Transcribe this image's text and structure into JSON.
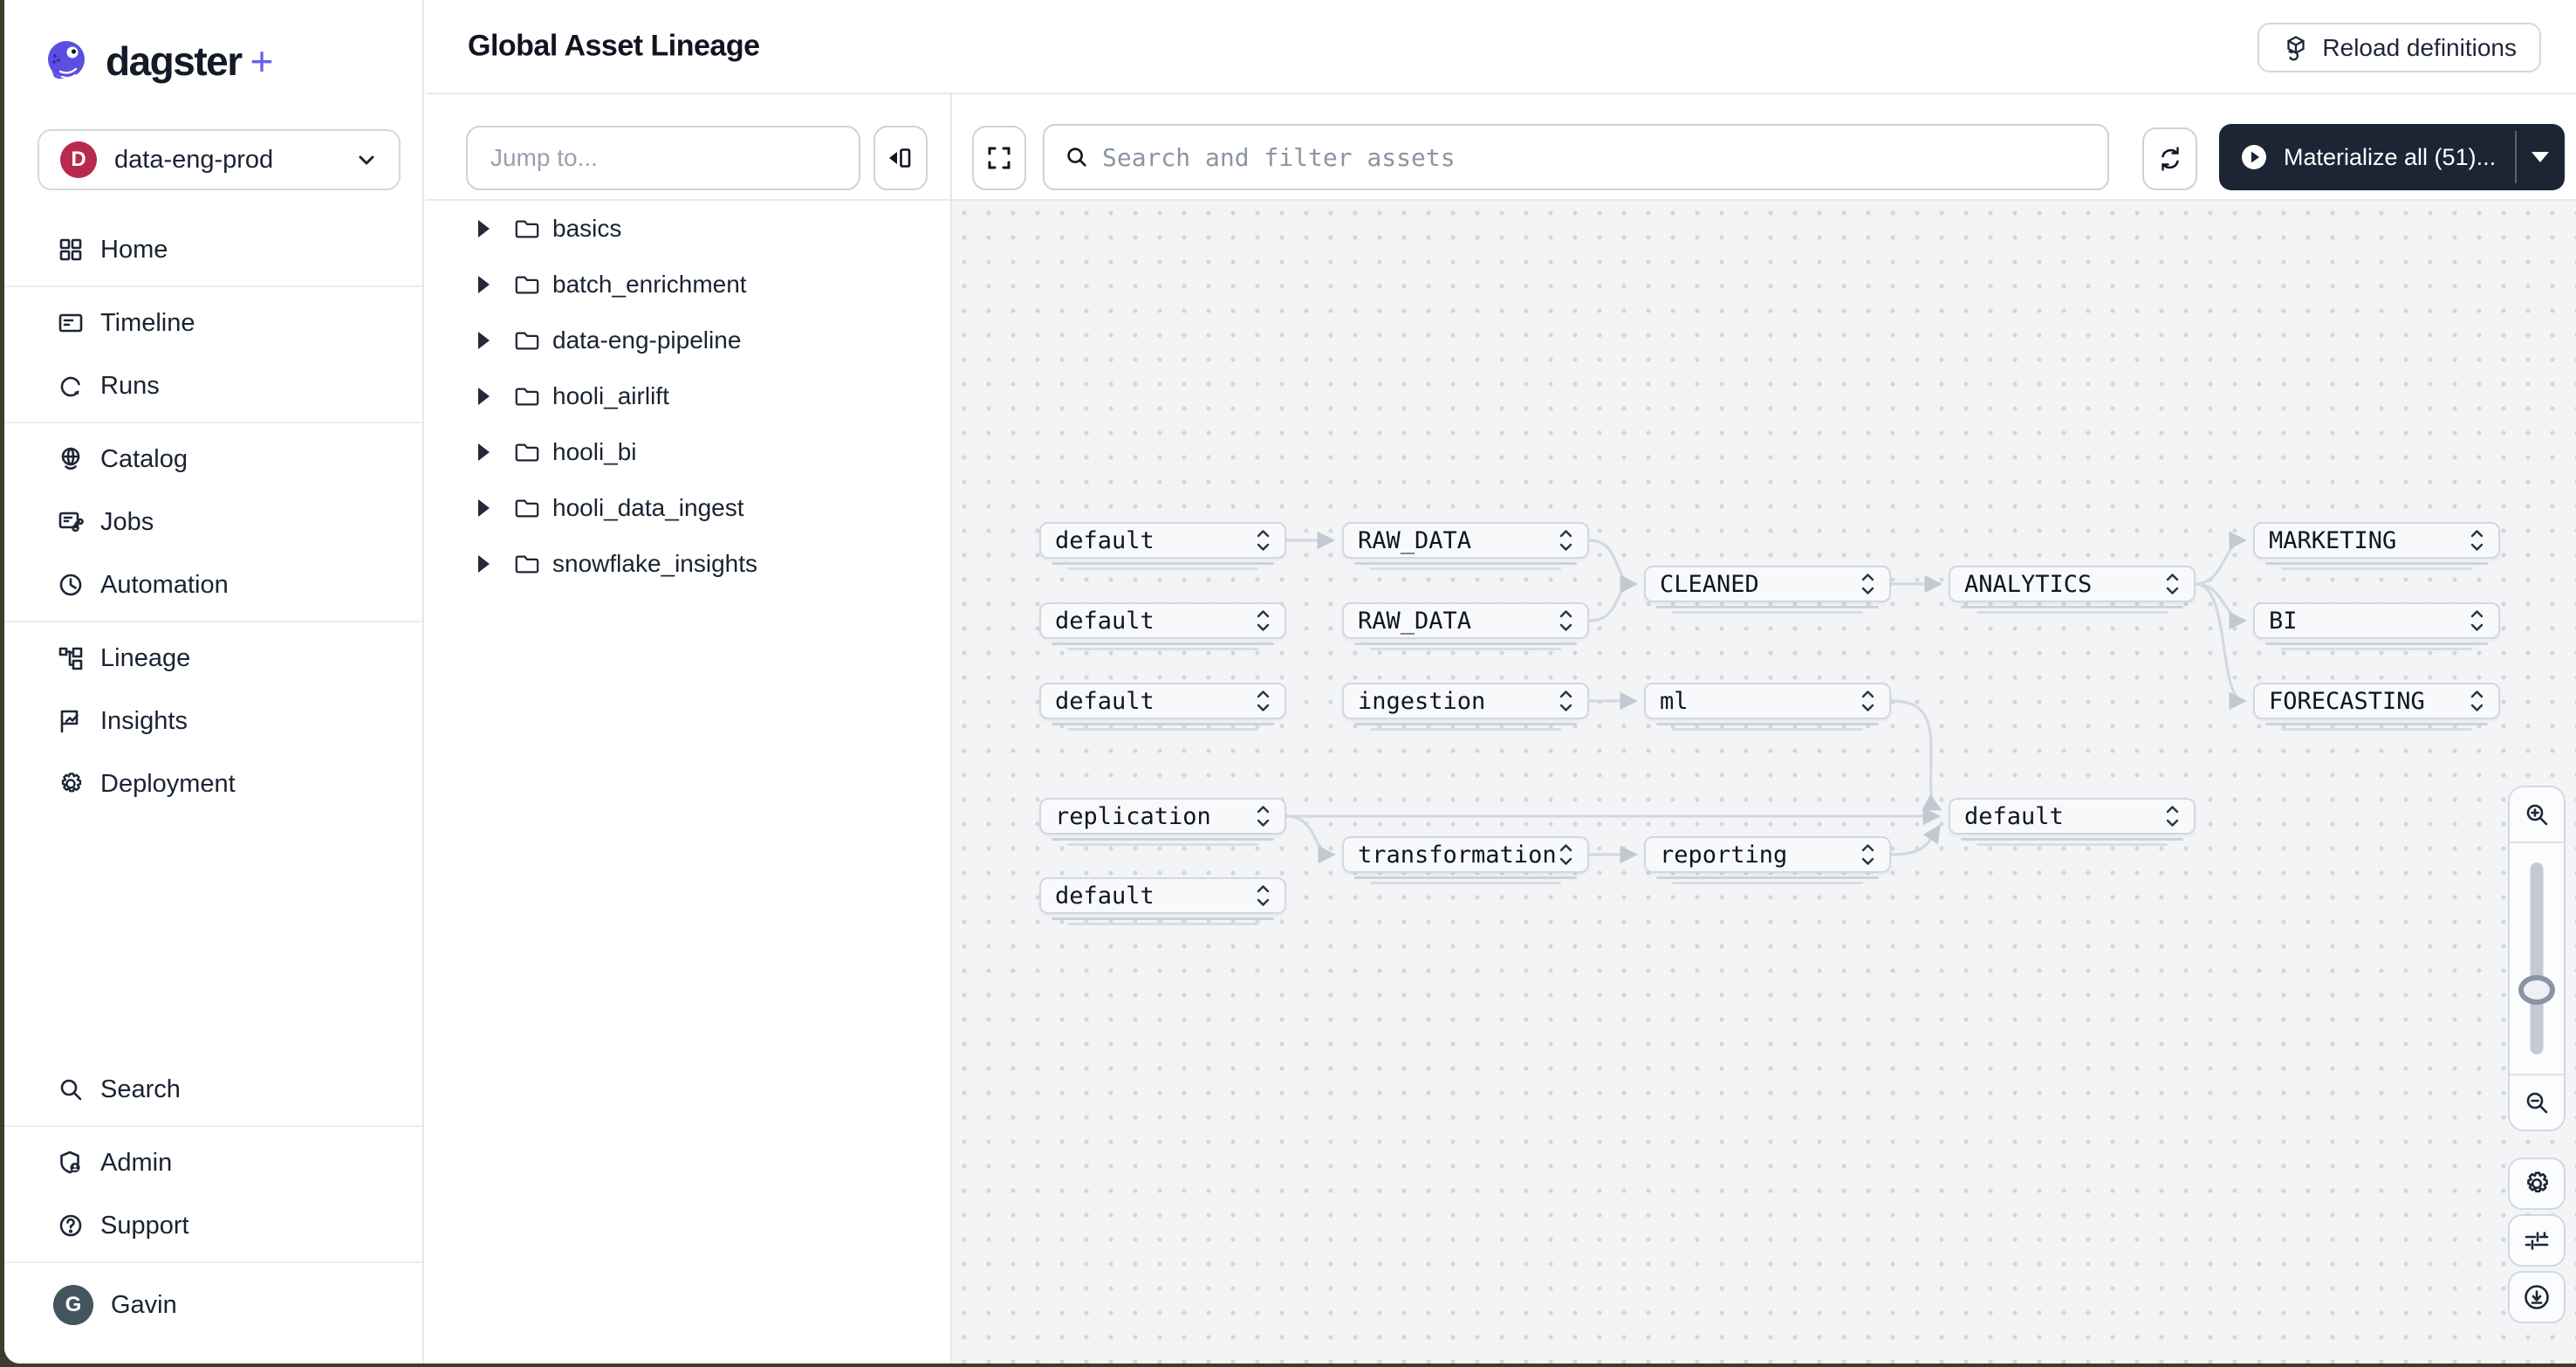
{
  "sidebar": {
    "logo": {
      "text": "dagster",
      "plus": "+"
    },
    "deployment_switcher": {
      "avatar": "D",
      "name": "data-eng-prod"
    },
    "nav": [
      {
        "label": "Home"
      },
      {
        "label": "Timeline"
      },
      {
        "label": "Runs"
      },
      {
        "label": "Catalog"
      },
      {
        "label": "Jobs"
      },
      {
        "label": "Automation"
      },
      {
        "label": "Lineage"
      },
      {
        "label": "Insights"
      },
      {
        "label": "Deployment"
      }
    ],
    "bottom_nav": [
      {
        "label": "Search"
      },
      {
        "label": "Admin"
      },
      {
        "label": "Support"
      }
    ],
    "user": {
      "avatar": "G",
      "name": "Gavin"
    }
  },
  "header": {
    "title": "Global Asset Lineage",
    "reload_button": "Reload definitions"
  },
  "toolbar": {
    "jump_to_placeholder": "Jump to...",
    "search_placeholder": "Search and filter assets",
    "materialize_button": "Materialize all (51)..."
  },
  "tree": {
    "folders": [
      {
        "label": "basics"
      },
      {
        "label": "batch_enrichment"
      },
      {
        "label": "data-eng-pipeline"
      },
      {
        "label": "hooli_airlift"
      },
      {
        "label": "hooli_bi"
      },
      {
        "label": "hooli_data_ingest"
      },
      {
        "label": "snowflake_insights"
      }
    ]
  },
  "graph": {
    "nodes": [
      {
        "label": "default"
      },
      {
        "label": "RAW_DATA"
      },
      {
        "label": "MARKETING"
      },
      {
        "label": "CLEANED"
      },
      {
        "label": "ANALYTICS"
      },
      {
        "label": "default"
      },
      {
        "label": "RAW_DATA"
      },
      {
        "label": "BI"
      },
      {
        "label": "default"
      },
      {
        "label": "ingestion"
      },
      {
        "label": "ml"
      },
      {
        "label": "FORECASTING"
      },
      {
        "label": "replication"
      },
      {
        "label": "default"
      },
      {
        "label": "transformation"
      },
      {
        "label": "reporting"
      },
      {
        "label": "default"
      }
    ]
  },
  "colors": {
    "accent_purple": "#6a5ff2",
    "dark_button": "#1b2533",
    "deployment_avatar": "#b72a4e",
    "user_avatar": "#43545d",
    "edge_gray": "#d4d8df",
    "canvas_bg": "#f3f4f6"
  }
}
